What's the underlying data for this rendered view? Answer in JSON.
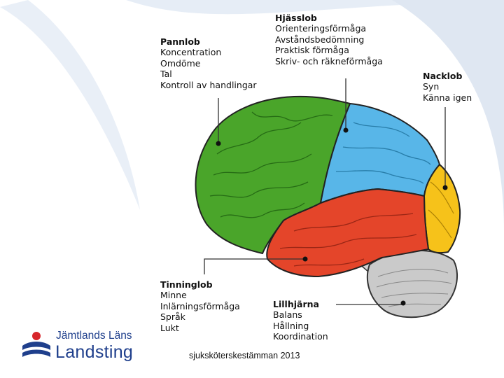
{
  "labels": {
    "frontal": {
      "title": "Pannlob",
      "items": [
        "Koncentration",
        "Omdöme",
        "Tal",
        "Kontroll av handlingar"
      ]
    },
    "parietal": {
      "title": "Hjässlob",
      "items": [
        "Orienteringsförmåga",
        "Avståndsbedömning",
        "Praktisk förmåga",
        "Skriv- och räkneförmåga"
      ]
    },
    "occipital": {
      "title": "Nacklob",
      "items": [
        "Syn",
        "Känna igen"
      ]
    },
    "temporal": {
      "title": "Tinninglob",
      "items": [
        "Minne",
        "Inlärningsförmåga",
        "Språk",
        "Lukt"
      ]
    },
    "cerebellum": {
      "title": "Lillhjärna",
      "items": [
        "Balans",
        "Hållning",
        "Koordination"
      ]
    }
  },
  "footer": "sjuksköterskestämman 2013",
  "logo": {
    "line1": "Jämtlands Läns",
    "line2": "Landsting"
  },
  "colors": {
    "frontal": "#4aa52a",
    "parietal": "#58b6e8",
    "occipital": "#f6c21a",
    "temporal": "#e4452a",
    "cerebellum": "#c9c9c9",
    "brainstem": "#d8d8d8",
    "logo_blue": "#1f3f8c",
    "logo_red": "#d7262b",
    "swoosh": "#dfe7f2"
  }
}
